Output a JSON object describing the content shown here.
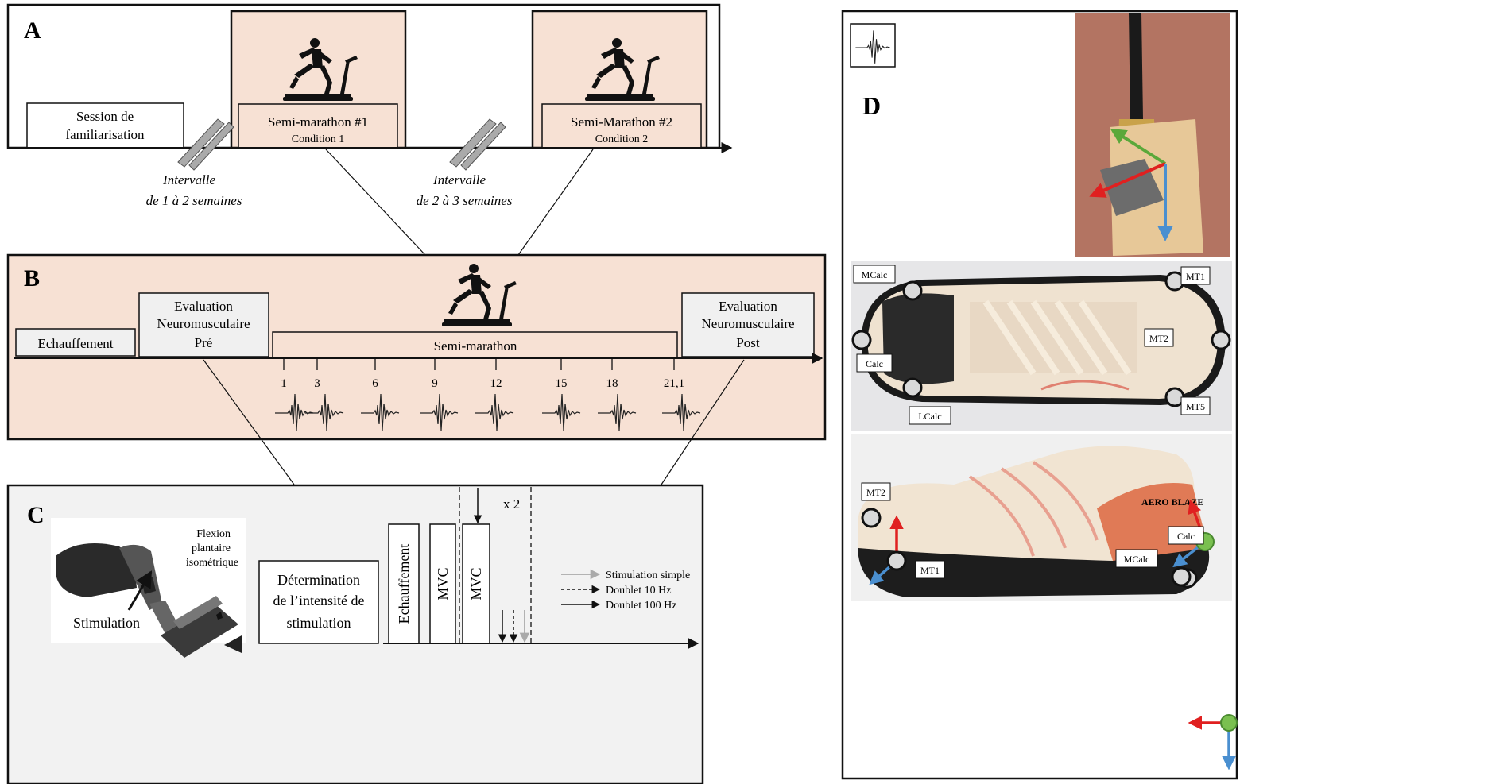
{
  "colors": {
    "panel_fill": "#f7e1d4",
    "panel_c_fill": "#f2f2f2",
    "box_gray": "#efefef",
    "axis_red": "#e02020",
    "axis_green": "#5aa83a",
    "axis_blue": "#4a8fd0"
  },
  "panel_a": {
    "label": "A",
    "familiarisation": [
      "Session de",
      "familiarisation"
    ],
    "sm1": {
      "title": "Semi-marathon #1",
      "condition": "Condition 1"
    },
    "sm2": {
      "title": "Semi-Marathon #2",
      "condition": "Condition 2"
    },
    "interval1": [
      "Intervalle",
      "de 1 à 2 semaines"
    ],
    "interval2": [
      "Intervalle",
      "de 2 à 3 semaines"
    ]
  },
  "panel_b": {
    "label": "B",
    "warmup": "Echauffement",
    "pre": [
      "Evaluation",
      "Neuromusculaire",
      "Pré"
    ],
    "semi": "Semi-marathon",
    "post": [
      "Evaluation",
      "Neuromusculaire",
      "Post"
    ],
    "km_marks": [
      "1",
      "3",
      "6",
      "9",
      "12",
      "15",
      "18",
      "21,1"
    ]
  },
  "panel_c": {
    "label": "C",
    "flexion": [
      "Flexion",
      "plantaire",
      "isométrique"
    ],
    "stimulation_label": "Stimulation",
    "determination": [
      "Détermination",
      "de l’intensité de",
      "stimulation"
    ],
    "warmup_vertical": "Echauffement",
    "mvc1": "MVC",
    "mvc2": "MVC",
    "repeat": "x 2",
    "legend": [
      {
        "label": "Stimulation simple",
        "style": "gray"
      },
      {
        "label": "Doublet 10 Hz",
        "style": "dashed"
      },
      {
        "label": "Doublet 100 Hz",
        "style": "solid"
      }
    ]
  },
  "panel_d": {
    "label": "D",
    "top_markers": [
      "MCalc",
      "MT1",
      "MT2",
      "Calc",
      "LCalc",
      "MT5"
    ],
    "side_markers": [
      "MT2",
      "Calc",
      "MCalc",
      "MT1"
    ],
    "shoe_brand": "AERO BLAZE"
  }
}
